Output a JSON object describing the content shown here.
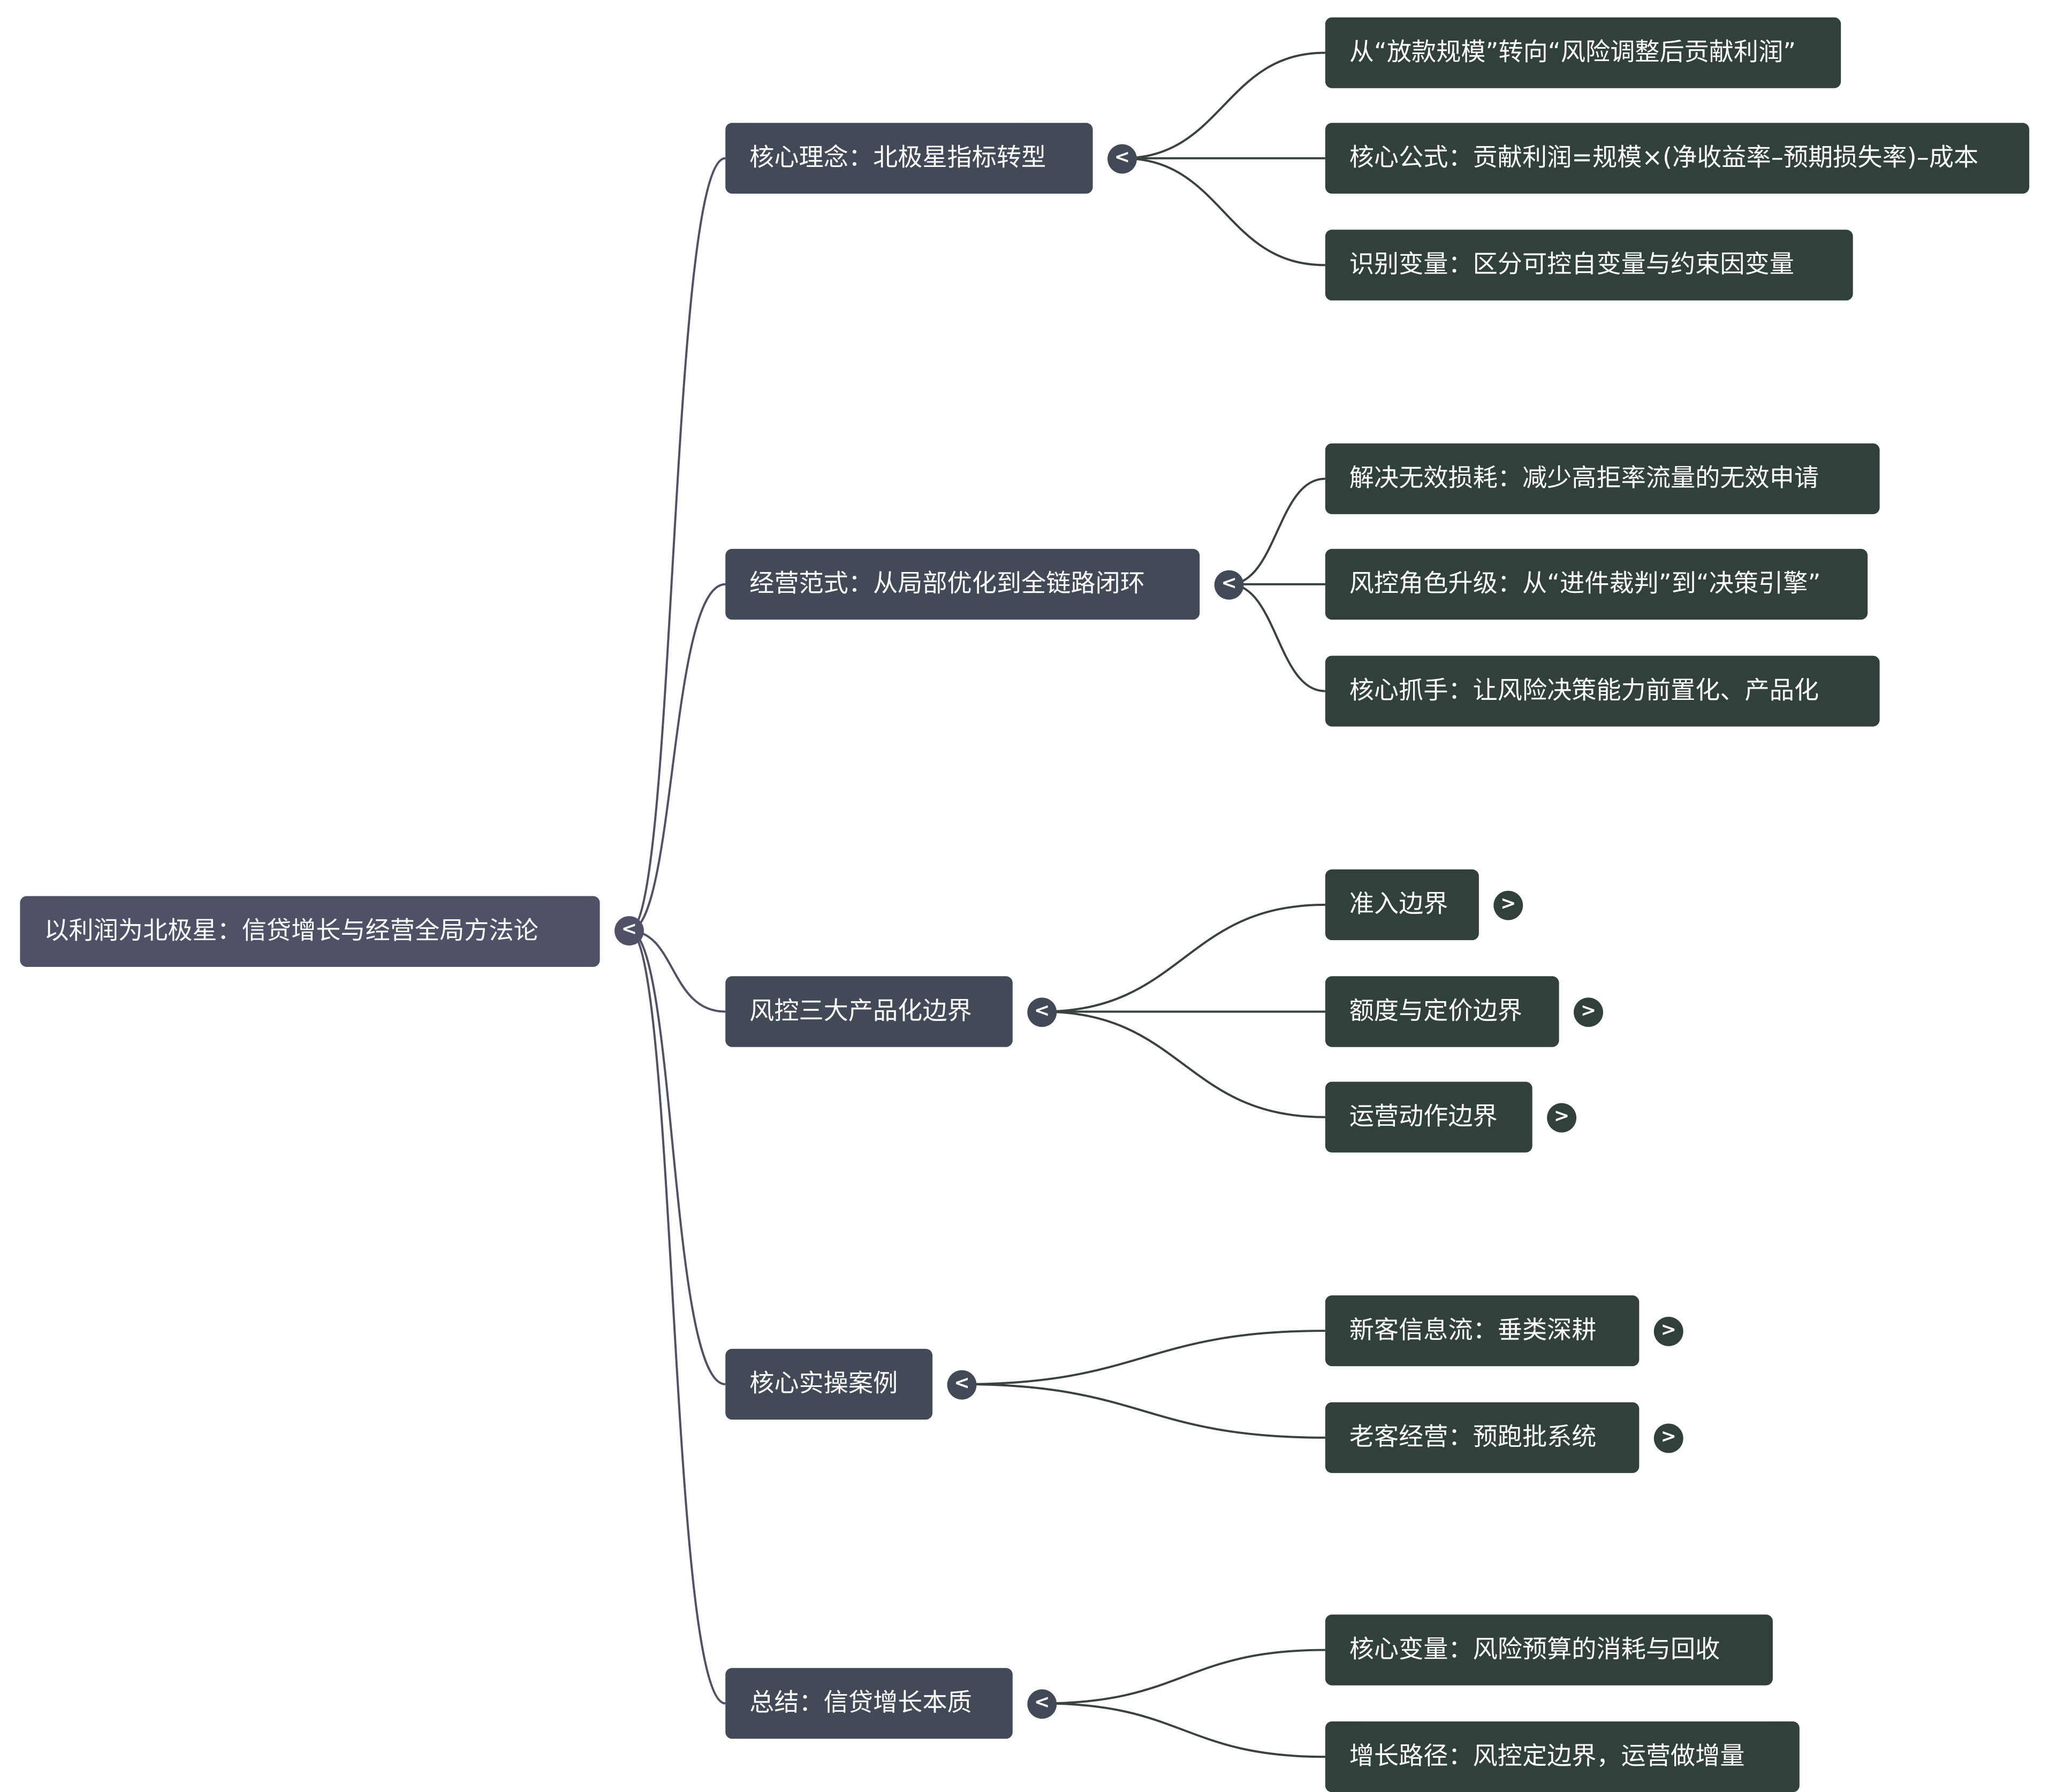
{
  "root": {
    "label": "以利润为北极星：信贷增长与经营全局方法论",
    "toggle": "<"
  },
  "branches": [
    {
      "label": "核心理念：北极星指标转型",
      "toggle": "<",
      "children": [
        {
          "label": "从“放款规模”转向“风险调整后贡献利润”"
        },
        {
          "label": "核心公式：贡献利润=规模×(净收益率–预期损失率)–成本"
        },
        {
          "label": "识别变量：区分可控自变量与约束因变量"
        }
      ]
    },
    {
      "label": "经营范式：从局部优化到全链路闭环",
      "toggle": "<",
      "children": [
        {
          "label": "解决无效损耗：减少高拒率流量的无效申请"
        },
        {
          "label": "风控角色升级：从“进件裁判”到“决策引擎”"
        },
        {
          "label": "核心抓手：让风险决策能力前置化、产品化"
        }
      ]
    },
    {
      "label": "风控三大产品化边界",
      "toggle": "<",
      "children": [
        {
          "label": "准入边界",
          "expand": ">"
        },
        {
          "label": "额度与定价边界",
          "expand": ">"
        },
        {
          "label": "运营动作边界",
          "expand": ">"
        }
      ]
    },
    {
      "label": "核心实操案例",
      "toggle": "<",
      "children": [
        {
          "label": "新客信息流：垂类深耕",
          "expand": ">"
        },
        {
          "label": "老客经营：预跑批系统",
          "expand": ">"
        }
      ]
    },
    {
      "label": "总结：信贷增长本质",
      "toggle": "<",
      "children": [
        {
          "label": "核心变量：风险预算的消耗与回收"
        },
        {
          "label": "增长路径：风控定边界，运营做增量"
        }
      ]
    }
  ],
  "colors": {
    "root": "#4f5166",
    "branch": "#434a57",
    "leaf": "#313f3d",
    "root_edge": "#4f5166",
    "leaf_edge": "#3a4240"
  }
}
